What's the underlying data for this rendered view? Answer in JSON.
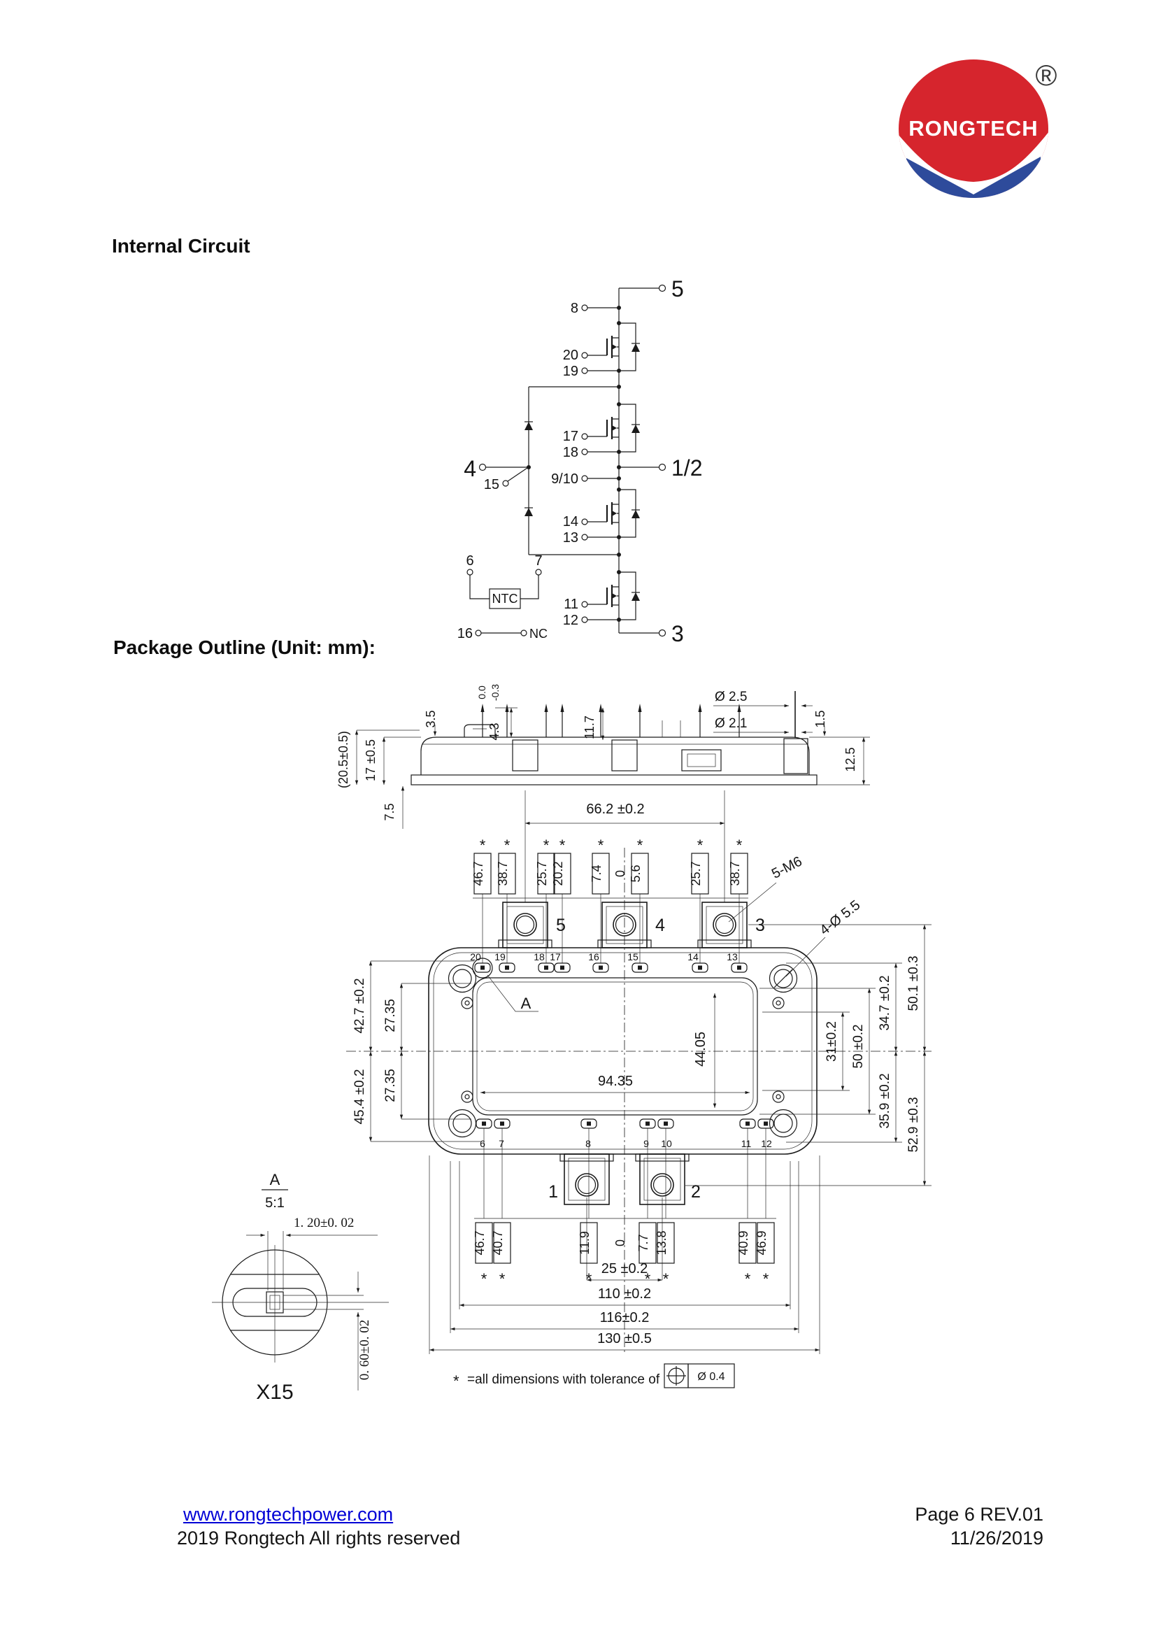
{
  "sections": {
    "internal_circuit": "Internal Circuit",
    "package_outline": "Package Outline (Unit: mm):"
  },
  "logo": {
    "brand": "RONGTECH",
    "registered": "®",
    "red": "#d6252d",
    "blue": "#2e4b9b"
  },
  "footer": {
    "website": "www.rongtechpower.com",
    "copyright": "2019 Rongtech All rights reserved",
    "page_info": "Page 6  REV.01",
    "date": "11/26/2019"
  },
  "circuit": {
    "terminal_5": "5",
    "terminal_4": "4",
    "terminal_1_2": "1/2",
    "terminal_3": "3",
    "pin_8": "8",
    "pin_20": "20",
    "pin_19": "19",
    "pin_17": "17",
    "pin_18": "18",
    "pin_15": "15",
    "pin_9_10": "9/10",
    "pin_14": "14",
    "pin_13": "13",
    "pin_11": "11",
    "pin_12": "12",
    "pin_6": "6",
    "pin_7": "7",
    "pin_16": "16",
    "ntc": "NTC",
    "nc": "NC"
  },
  "outline": {
    "side": {
      "d35": "3.5",
      "d43": "4.3",
      "d43_hi": "0.0",
      "d43_lo": "-0.3",
      "d117": "11.7",
      "dia25": "Ø 2.5",
      "dia21": "Ø 2.1",
      "d15": "1.5",
      "d125": "12.5",
      "d205": "(20.5±0.5)",
      "d17": "17 ±0.5",
      "d75": "7.5",
      "d662": "66.2  ±0.2"
    },
    "star": "*",
    "top_boxes": [
      "46.7",
      "38.7",
      "25.7",
      "20.2",
      "7.4",
      "0",
      "5.6",
      "25.7",
      "38.7"
    ],
    "bottom_boxes": [
      "46.7",
      "40.7",
      "11.9",
      "0",
      "7.7",
      "13.8",
      "40.9",
      "46.9"
    ],
    "left_dims": [
      "42.7  ±0.2",
      "27.35",
      "27.35",
      "45.4  ±0.2"
    ],
    "right_dims": [
      "31±0.2",
      "50 ±0.2",
      "34.7  ±0.2",
      "35.9  ±0.2",
      "50.1  ±0.3",
      "52.9  ±0.3"
    ],
    "inner_dims": [
      "94.35",
      "44.05"
    ],
    "bottom_dims": [
      "25  ±0.2",
      "110  ±0.2",
      "116±0.2",
      "130  ±0.5"
    ],
    "labels": {
      "m6": "5-M6",
      "dia55": "4-Ø 5.5",
      "a": "A",
      "a_scale": "5:1",
      "x15": "X15",
      "d120": "1. 20±0. 02",
      "d060": "0. 60±0. 02"
    },
    "terminals": [
      "5",
      "4",
      "3",
      "1",
      "2"
    ],
    "pins_top": [
      "20",
      "19",
      "18",
      "17",
      "16",
      "15",
      "14",
      "13"
    ],
    "pins_bottom": [
      "6",
      "7",
      "8",
      "9",
      "10",
      "11",
      "12"
    ],
    "note": {
      "text": "=all dimensions with tolerance of",
      "value": "Ø 0.4"
    }
  }
}
